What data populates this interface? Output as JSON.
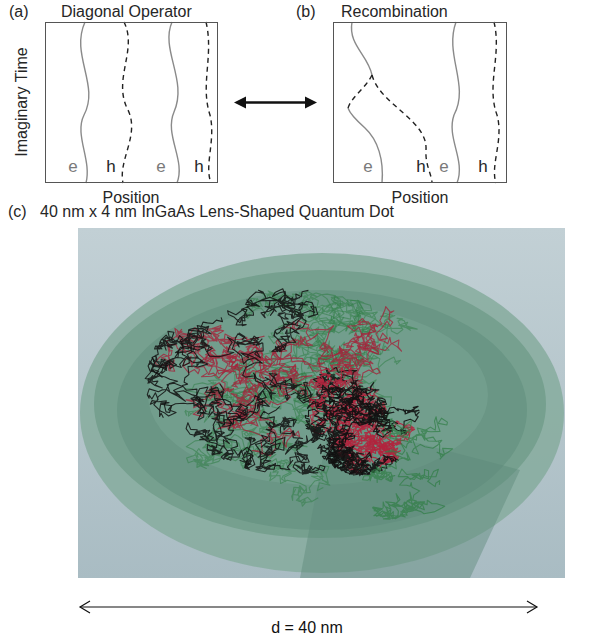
{
  "diagram": {
    "nodes": [
      {
        "text": [
          "(a)",
          "Diagonal Operator",
          "e",
          "h",
          "e",
          "h"
        ]
      },
      {
        "text": [
          "(b)",
          "Recombination",
          "e",
          "h",
          "e",
          "h"
        ]
      },
      {
        "text": [
          "(c)",
          "40 nm x 4 nm InGaAs Lens-Shaped Quantum Dot"
        ]
      }
    ],
    "edges": [
      {
        "from": 0,
        "to": 1,
        "arrow": "both"
      }
    ],
    "labels": [
      "Imaginary Time",
      "Position",
      "Position",
      "d = 40 nm"
    ]
  }
}
